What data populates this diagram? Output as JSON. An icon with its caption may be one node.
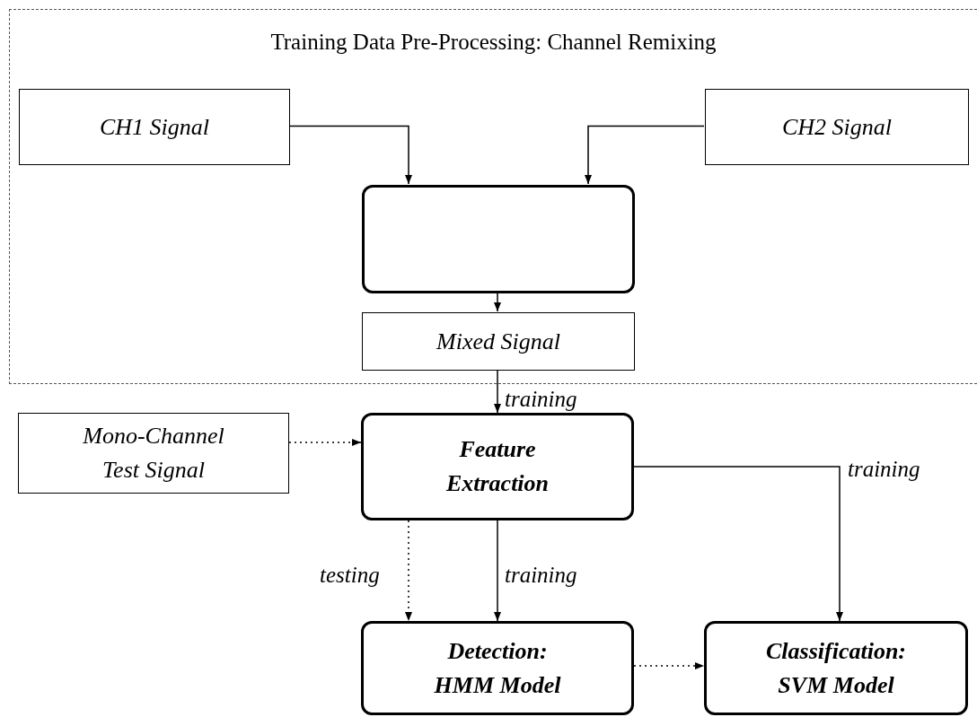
{
  "diagram": {
    "nodes": [
      {
        "text": [
          "Training Data Pre-Processing: Channel Remixing"
        ]
      },
      {
        "text": [
          "CH1 Signal"
        ],
        "in": 0
      },
      {
        "text": [
          "CH2 Signal"
        ],
        "in": 0
      },
      {
        "text": [],
        "shape": "box",
        "in": 0
      },
      {
        "text": [
          "Mixed Signal"
        ],
        "in": 0
      },
      {
        "text": [
          "Mono-Channel Test Signal"
        ]
      },
      {
        "text": [
          "Feature Extraction"
        ]
      },
      {
        "text": [
          "Detection: HMM Model"
        ]
      },
      {
        "text": [
          "Classification: SVM Model"
        ]
      }
    ],
    "edges": [
      {
        "from": 1,
        "to": 3,
        "arrow": "to"
      },
      {
        "from": 2,
        "to": 3,
        "arrow": "to"
      },
      {
        "from": 3,
        "to": 4,
        "arrow": "to"
      },
      {
        "from": 4,
        "to": 6,
        "arrow": "to",
        "label": "training"
      },
      {
        "from": 5,
        "to": 6,
        "arrow": "to",
        "style": "dashed"
      },
      {
        "from": 6,
        "to": 7,
        "arrow": "to",
        "style": "dashed",
        "label": "testing"
      },
      {
        "from": 6,
        "to": 7,
        "arrow": "to",
        "label": "training"
      },
      {
        "from": 6,
        "to": 8,
        "arrow": "to",
        "label": "training"
      },
      {
        "from": 7,
        "to": 8,
        "arrow": "to",
        "style": "dashed"
      }
    ]
  }
}
